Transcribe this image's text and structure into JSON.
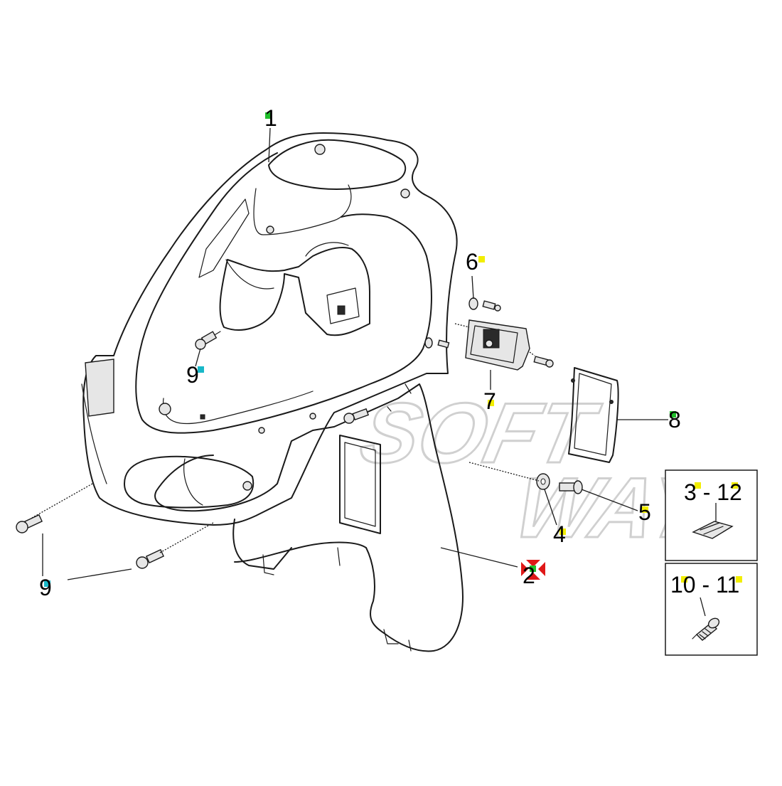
{
  "diagram": {
    "watermark": [
      "SOFT",
      "WAY"
    ],
    "colors": {
      "line": "#1a1a1a",
      "watermark": "#d2d2d2",
      "marker_yellow": "#f2ee00",
      "marker_green": "#1fbf2a",
      "marker_cyan": "#19b8c8",
      "marker_red": "#e01818"
    },
    "labels": {
      "p1": "1",
      "p2": "2",
      "p4": "4",
      "p5": "5",
      "p6": "6",
      "p7": "7",
      "p8": "8",
      "p9_inner": "9",
      "p9_outer": "9",
      "box_a": "3 - 12",
      "box_b": "10 - 11"
    },
    "icons": [
      "speed-nut-icon",
      "self-tapping-screw-icon"
    ]
  }
}
